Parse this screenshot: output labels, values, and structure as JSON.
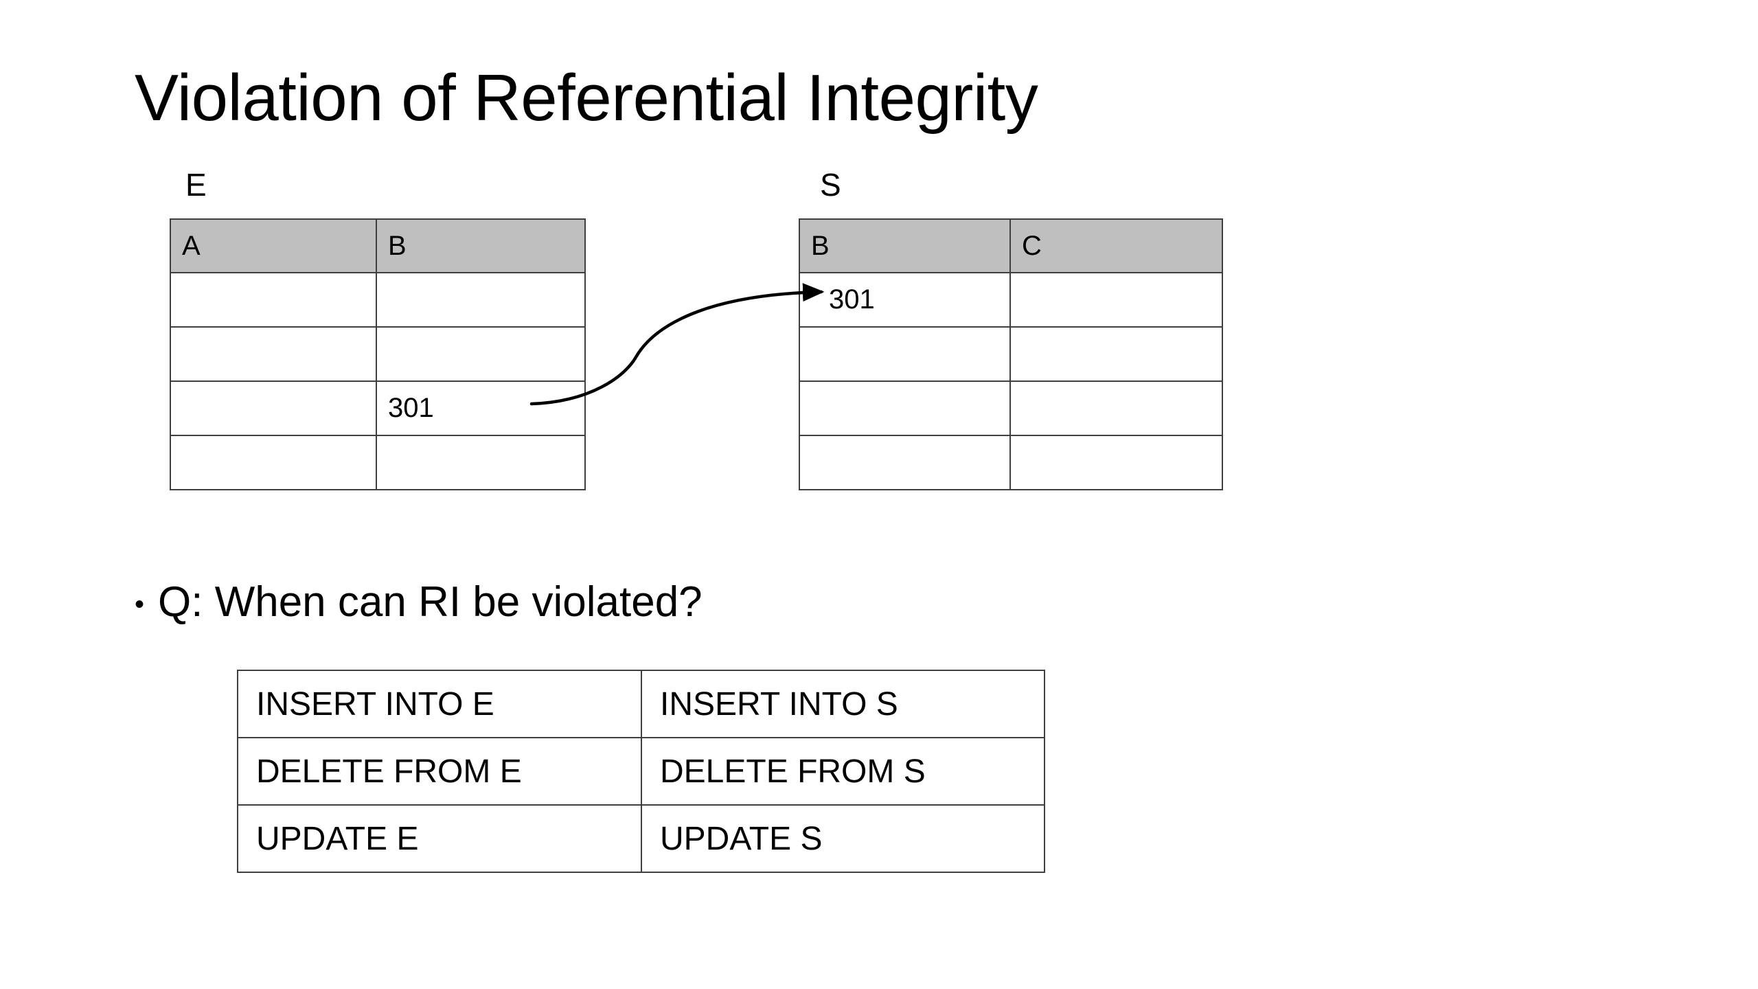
{
  "slide": {
    "title": "Violation of Referential Integrity",
    "background_color": "#FFFFFF",
    "header_fill_color": "#BFBFBF",
    "border_color": "#3F3F3F",
    "text_color": "#000000"
  },
  "relation_e": {
    "label": "E",
    "columns": [
      "A",
      "B"
    ],
    "rows": [
      {
        "A": "",
        "B": ""
      },
      {
        "A": "",
        "B": ""
      },
      {
        "A": "",
        "B": "301"
      },
      {
        "A": "",
        "B": ""
      }
    ]
  },
  "relation_s": {
    "label": "S",
    "columns": [
      "B",
      "C"
    ],
    "rows": [
      {
        "B": "301",
        "C": ""
      },
      {
        "B": "",
        "C": ""
      },
      {
        "B": "",
        "C": ""
      },
      {
        "B": "",
        "C": ""
      }
    ]
  },
  "connector": {
    "name": "foreign-key-reference-arrow",
    "from": "E.B = 301",
    "to": "S.B = 301"
  },
  "question": {
    "bullet": "•",
    "text": "Q: When can RI be violated?"
  },
  "operations_table": {
    "rows": [
      {
        "left": "INSERT INTO E",
        "right": "INSERT INTO S"
      },
      {
        "left": "DELETE FROM E",
        "right": "DELETE FROM S"
      },
      {
        "left": "UPDATE E",
        "right": "UPDATE S"
      }
    ]
  }
}
